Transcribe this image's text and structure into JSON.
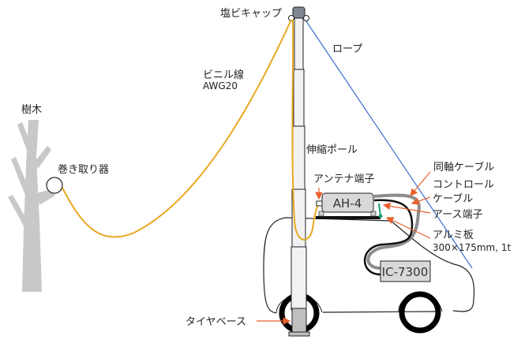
{
  "labels": {
    "pvc_cap": "塩ビキャップ",
    "rope": "ロープ",
    "vinyl_wire": "ビニル線",
    "awg": "AWG20",
    "tree": "樹木",
    "winder": "巻き取り器",
    "telescopic_pole": "伸縮ポール",
    "antenna_terminal": "アンテナ端子",
    "coax_cable": "同軸ケーブル",
    "control_cable_1": "コントロール",
    "control_cable_2": "ケーブル",
    "earth_terminal": "アース端子",
    "aluminum_plate": "アルミ板",
    "aluminum_spec": "300×175mm, 1t",
    "tire_base": "タイヤベース"
  },
  "devices": {
    "tuner": "AH-4",
    "radio": "IC-7300"
  },
  "colors": {
    "wire": "#E8A820",
    "rope": "#3A6FD0",
    "arrow": "#E8602C",
    "tree": "#C8C8C8",
    "earth": "#1A9A70"
  }
}
